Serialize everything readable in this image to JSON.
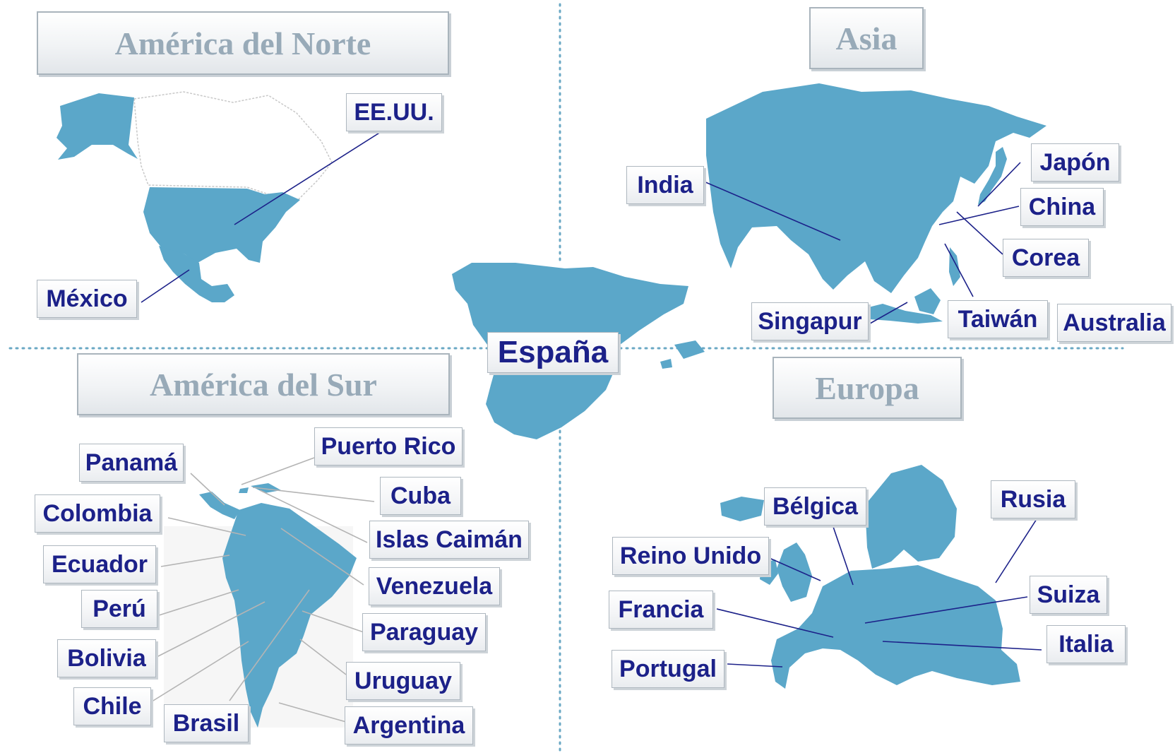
{
  "colors": {
    "land": "#5ba7c9",
    "divider": "#6aa8c4",
    "label_text": "#1c2189",
    "title_text": "#98aab8",
    "leader_dark": "#1c2189",
    "leader_light": "#b4b4b4"
  },
  "center": {
    "label": "España"
  },
  "regions": {
    "north_america": {
      "title": "América del Norte",
      "labels": {
        "usa": "EE.UU.",
        "mexico": "México"
      }
    },
    "asia": {
      "title": "Asia",
      "labels": {
        "india": "India",
        "japan": "Japón",
        "china": "China",
        "korea": "Corea",
        "singapore": "Singapur",
        "taiwan": "Taiwán",
        "australia": "Australia"
      }
    },
    "south_america": {
      "title": "América del Sur",
      "labels": {
        "panama": "Panamá",
        "puerto_rico": "Puerto Rico",
        "cuba": "Cuba",
        "colombia": "Colombia",
        "cayman": "Islas Caimán",
        "ecuador": "Ecuador",
        "venezuela": "Venezuela",
        "peru": "Perú",
        "paraguay": "Paraguay",
        "bolivia": "Bolivia",
        "uruguay": "Uruguay",
        "chile": "Chile",
        "brasil": "Brasil",
        "argentina": "Argentina"
      }
    },
    "europe": {
      "title": "Europa",
      "labels": {
        "belgium": "Bélgica",
        "russia": "Rusia",
        "uk": "Reino Unido",
        "switzerland": "Suiza",
        "france": "Francia",
        "italy": "Italia",
        "portugal": "Portugal"
      }
    }
  }
}
